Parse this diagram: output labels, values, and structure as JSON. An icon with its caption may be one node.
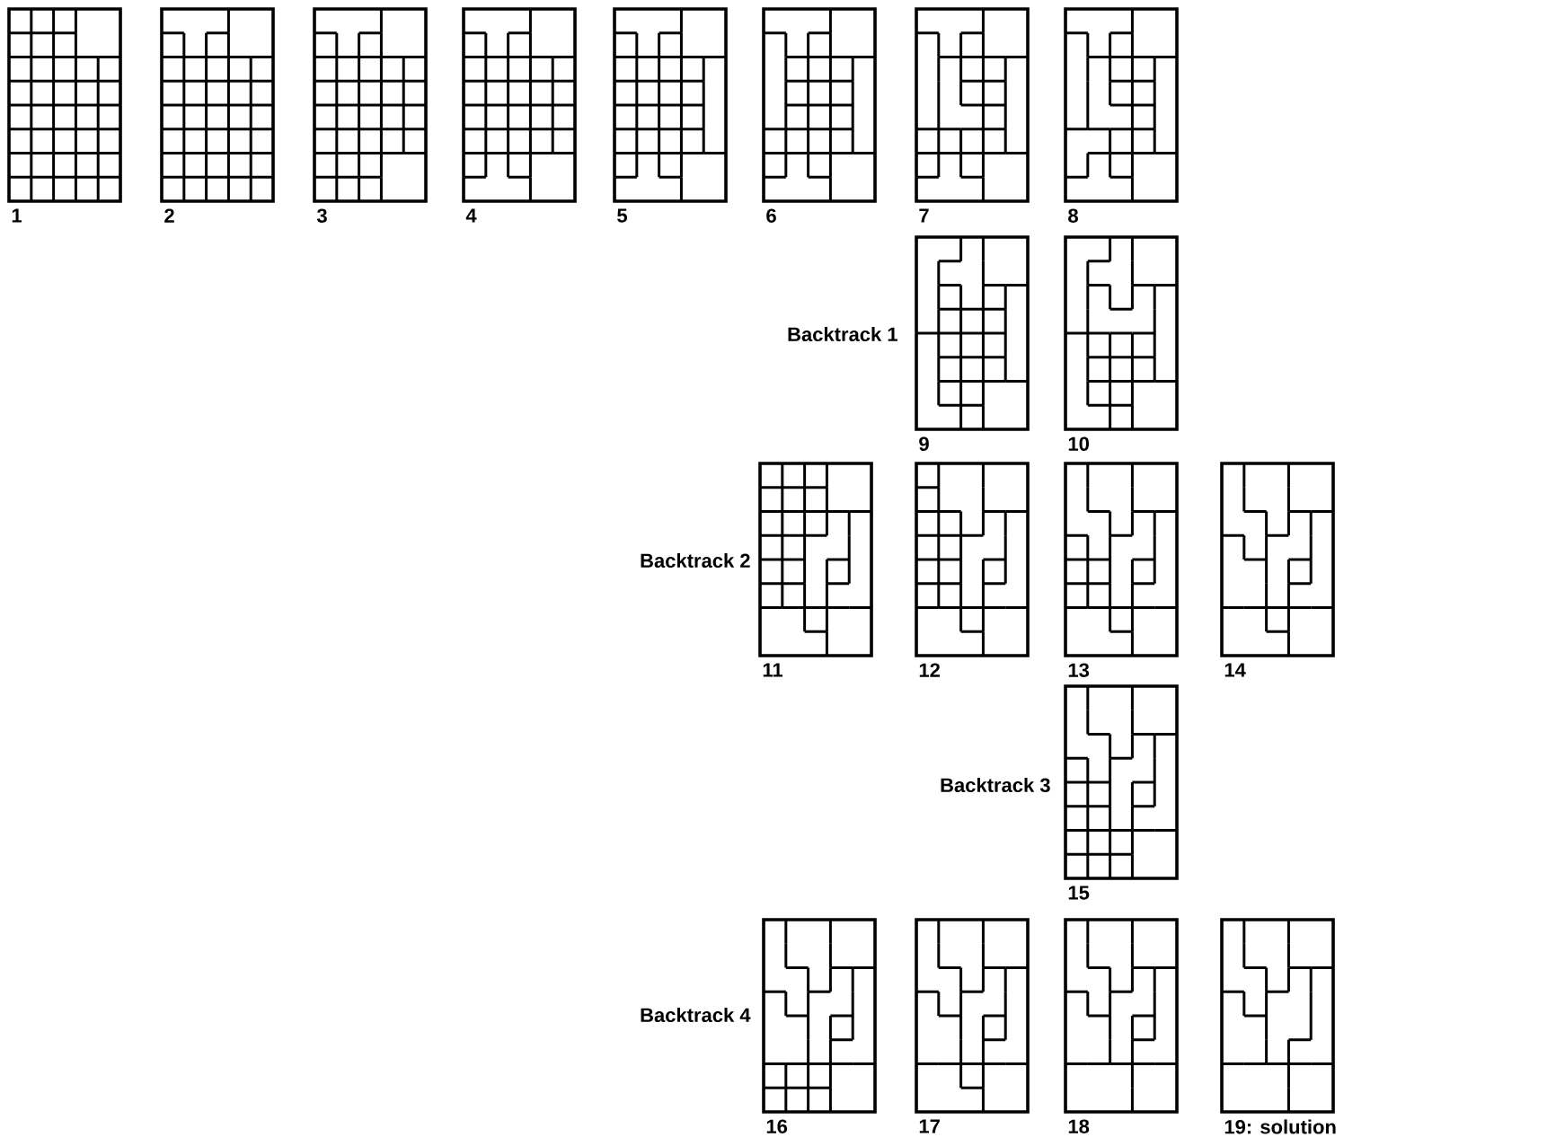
{
  "diagram": {
    "nodes": [
      {
        "text": [],
        "shape": "box",
        "beside": [
          "1"
        ]
      },
      {
        "text": [],
        "shape": "box",
        "beside": [
          "2"
        ]
      },
      {
        "text": [],
        "shape": "box",
        "beside": [
          "3"
        ]
      },
      {
        "text": [],
        "shape": "box",
        "beside": [
          "4"
        ]
      },
      {
        "text": [],
        "shape": "box",
        "beside": [
          "5"
        ]
      },
      {
        "text": [],
        "shape": "box",
        "beside": [
          "6"
        ]
      },
      {
        "text": [],
        "shape": "box",
        "beside": [
          "7"
        ]
      },
      {
        "text": [],
        "shape": "box",
        "beside": [
          "8"
        ]
      },
      {
        "text": [],
        "shape": "box",
        "beside": [
          "9"
        ]
      },
      {
        "text": [],
        "shape": "box",
        "beside": [
          "10"
        ]
      },
      {
        "text": [],
        "shape": "box",
        "beside": [
          "11"
        ]
      },
      {
        "text": [],
        "shape": "box",
        "beside": [
          "12"
        ]
      },
      {
        "text": [],
        "shape": "box",
        "beside": [
          "13"
        ]
      },
      {
        "text": [],
        "shape": "box",
        "beside": [
          "14"
        ]
      },
      {
        "text": [],
        "shape": "box",
        "beside": [
          "15"
        ]
      },
      {
        "text": [],
        "shape": "box",
        "beside": [
          "16"
        ]
      },
      {
        "text": [],
        "shape": "box",
        "beside": [
          "17"
        ]
      },
      {
        "text": [],
        "shape": "box",
        "beside": [
          "18"
        ]
      },
      {
        "text": [],
        "shape": "box",
        "beside": [
          "19: solution"
        ]
      }
    ],
    "labels": [
      "Backtrack 1",
      "Backtrack 2",
      "Backtrack 3",
      "Backtrack 4"
    ]
  }
}
